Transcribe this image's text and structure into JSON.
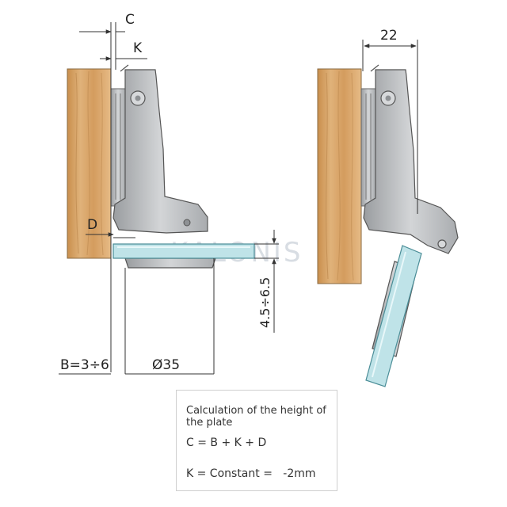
{
  "diagram": {
    "dimension_labels": {
      "c": "C",
      "k": "K",
      "d": "D",
      "dim_22": "22",
      "plate_height": "4.5÷6.5",
      "b_range": "B=3÷6",
      "cup_diameter": "Ø35"
    },
    "watermark": "KALONIS"
  },
  "info_box": {
    "title": "Calculation of the height of the plate",
    "formula": "C = B + K + D",
    "constant": "K = Constant =   -2mm"
  },
  "colors": {
    "wood": "#d9a86a",
    "wood_grain": "#b8834a",
    "metal": "#c4c6c8",
    "metal_dark": "#8e9194",
    "glass": "#bfe3e8",
    "line": "#333333"
  }
}
